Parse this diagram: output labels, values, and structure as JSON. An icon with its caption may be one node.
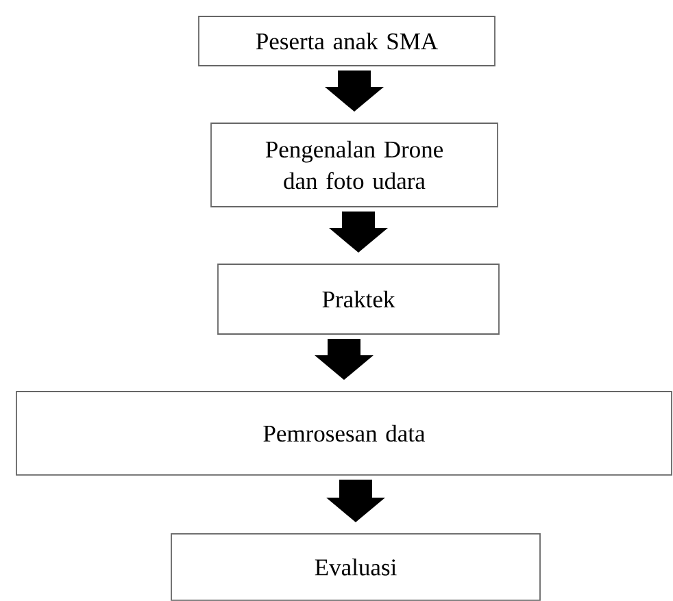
{
  "diagram": {
    "nodes": [
      {
        "text": [
          "Peserta anak SMA"
        ]
      },
      {
        "text": [
          "Pengenalan Drone dan foto udara"
        ]
      },
      {
        "text": [
          "Praktek"
        ]
      },
      {
        "text": [
          "Pemrosesan data"
        ]
      },
      {
        "text": [
          "Evaluasi"
        ]
      }
    ],
    "edges": [
      {
        "from": 0,
        "to": 1,
        "arrow": "to"
      },
      {
        "from": 1,
        "to": 2,
        "arrow": "to"
      },
      {
        "from": 2,
        "to": 3,
        "arrow": "to"
      },
      {
        "from": 3,
        "to": 4,
        "arrow": "to"
      }
    ]
  }
}
